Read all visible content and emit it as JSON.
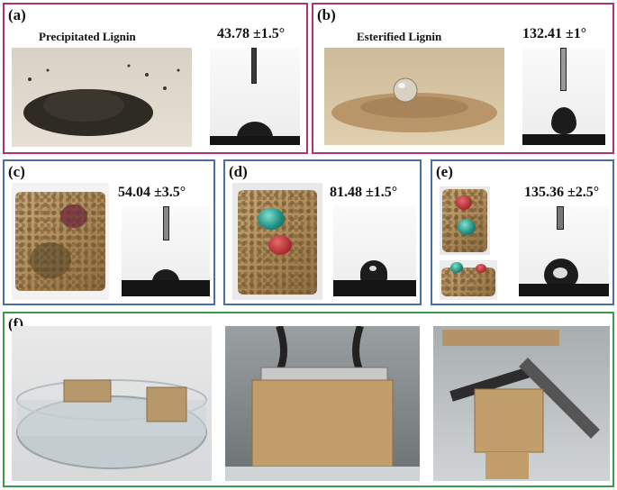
{
  "panels": {
    "a": {
      "tag": "(a)",
      "label": "Precipitated Lignin",
      "angle": "43.78 ±1.5°"
    },
    "b": {
      "tag": "(b)",
      "label": "Esterified Lignin",
      "angle": "132.41 ±1°"
    },
    "c": {
      "tag": "(c)",
      "angle": "54.04 ±3.5°"
    },
    "d": {
      "tag": "(d)",
      "angle": "81.48 ±1.5°"
    },
    "e": {
      "tag": "(e)",
      "angle": "135.36 ±2.5°"
    },
    "f": {
      "tag": "(f)"
    }
  },
  "colors": {
    "border_top": "#b03070",
    "border_middle": "#4a6fa5",
    "border_bottom": "#3d9a4a"
  }
}
